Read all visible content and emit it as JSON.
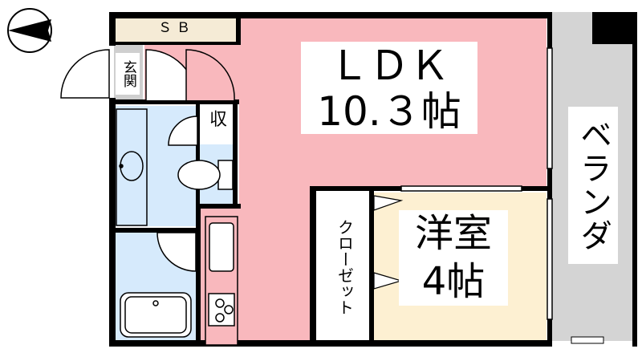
{
  "rooms": {
    "ldk": {
      "name": "ＬＤＫ",
      "area": "10.３帖"
    },
    "youshitsu": {
      "name": "洋室",
      "area": "4帖"
    },
    "veranda": {
      "name": "ベランダ"
    },
    "closet": {
      "name": "クローゼット"
    },
    "shoebox": {
      "name": "ＳＢ"
    },
    "genkan": {
      "name": "玄関"
    },
    "storage": {
      "name": "収"
    }
  },
  "colors": {
    "ldk": "#f9b8bd",
    "youshitsu": "#fdf0d2",
    "bath": "#d6eafc",
    "veranda": "#d4d4d4",
    "shoebox": "#f5ebd6",
    "wall": "#000000",
    "floor_white": "#ffffff"
  },
  "icons": [
    "north-arrow-icon",
    "toilet-icon",
    "washbasin-icon",
    "bathtub-icon",
    "kitchen-sink-icon",
    "stove-icon"
  ]
}
